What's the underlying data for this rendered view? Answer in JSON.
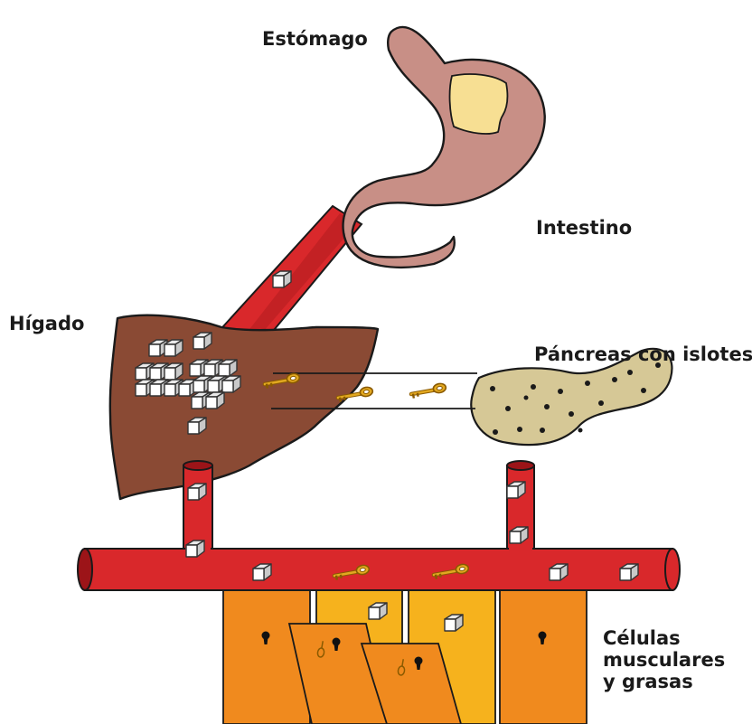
{
  "labels": {
    "stomach": "Estómago",
    "intestine": "Intestino",
    "liver": "Hígado",
    "pancreas": "Páncreas con islotes",
    "cells_line1": "Células",
    "cells_line2": "musculares",
    "cells_line3": "y grasas"
  },
  "colors": {
    "vessel_red": "#d9282b",
    "vessel_dark": "#9c1418",
    "stomach_pink": "#c88f86",
    "food_yellow": "#f7df93",
    "liver_brown": "#8a4a34",
    "pancreas_tan": "#d6c896",
    "cell_orange": "#f08a1e",
    "cell_amber": "#f6b21d",
    "key_gold": "#d9a21b",
    "sugar_cube": "#ffffff"
  },
  "icons": [
    "sugar-cube-icon",
    "key-icon",
    "keyhole-icon"
  ]
}
